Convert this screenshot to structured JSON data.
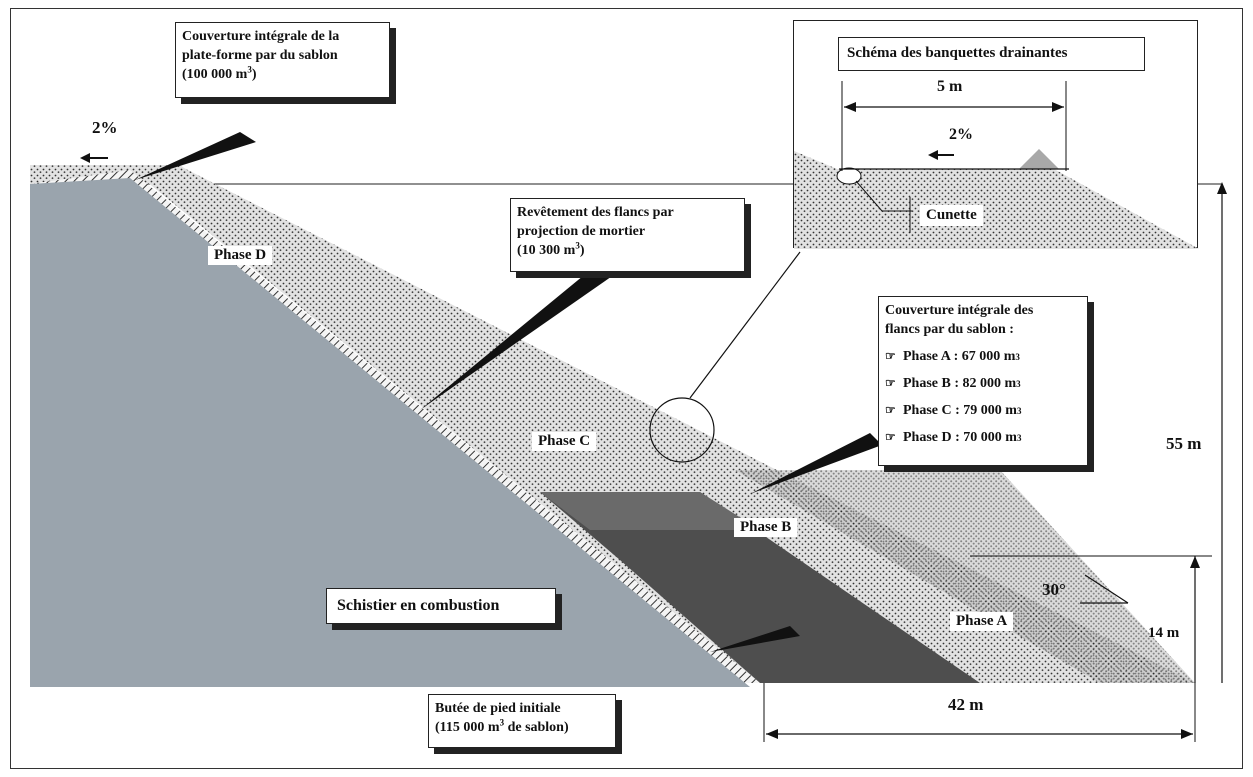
{
  "slope_label": "2%",
  "callouts": {
    "platform": {
      "line1": "Couverture intégrale de la",
      "line2": "plate-forme par du sablon",
      "line3": "(100  000 m",
      "line3_sup": "3",
      "line3_end": ")"
    },
    "mortar": {
      "line1": "Revêtement des flancs par",
      "line2": "projection de mortier",
      "line3": "(10 300 m",
      "line3_sup": "3",
      "line3_end": ")"
    },
    "flanks": {
      "title1": "Couverture intégrale des",
      "title2": "flancs par du sablon :",
      "unit": "m",
      "unit_sup": "3",
      "items": [
        {
          "label": "Phase A : 67 000"
        },
        {
          "label": "Phase B : 82 000"
        },
        {
          "label": "Phase C : 79 000"
        },
        {
          "label": "Phase D : 70 000"
        }
      ]
    },
    "foot": {
      "line1": "Butée de pied initiale",
      "line2a": "(115 000 m",
      "line2_sup": "3",
      "line2b": " de sablon)"
    },
    "schist": "Schistier en combustion"
  },
  "inset": {
    "title": "Schéma des banquettes drainantes",
    "width_label": "5 m",
    "slope_label": "2%",
    "gutter_label": "Cunette"
  },
  "phases": {
    "a": "Phase A",
    "b": "Phase B",
    "c": "Phase C",
    "d": "Phase D"
  },
  "dimensions": {
    "height": "55 m",
    "foot_height": "14 m",
    "base": "42 m",
    "angle": "30°"
  },
  "colors": {
    "schist": "#9aa4ad",
    "sand": "#d8d8d8",
    "dark": "#4e4e4e",
    "frame": "#333333"
  }
}
